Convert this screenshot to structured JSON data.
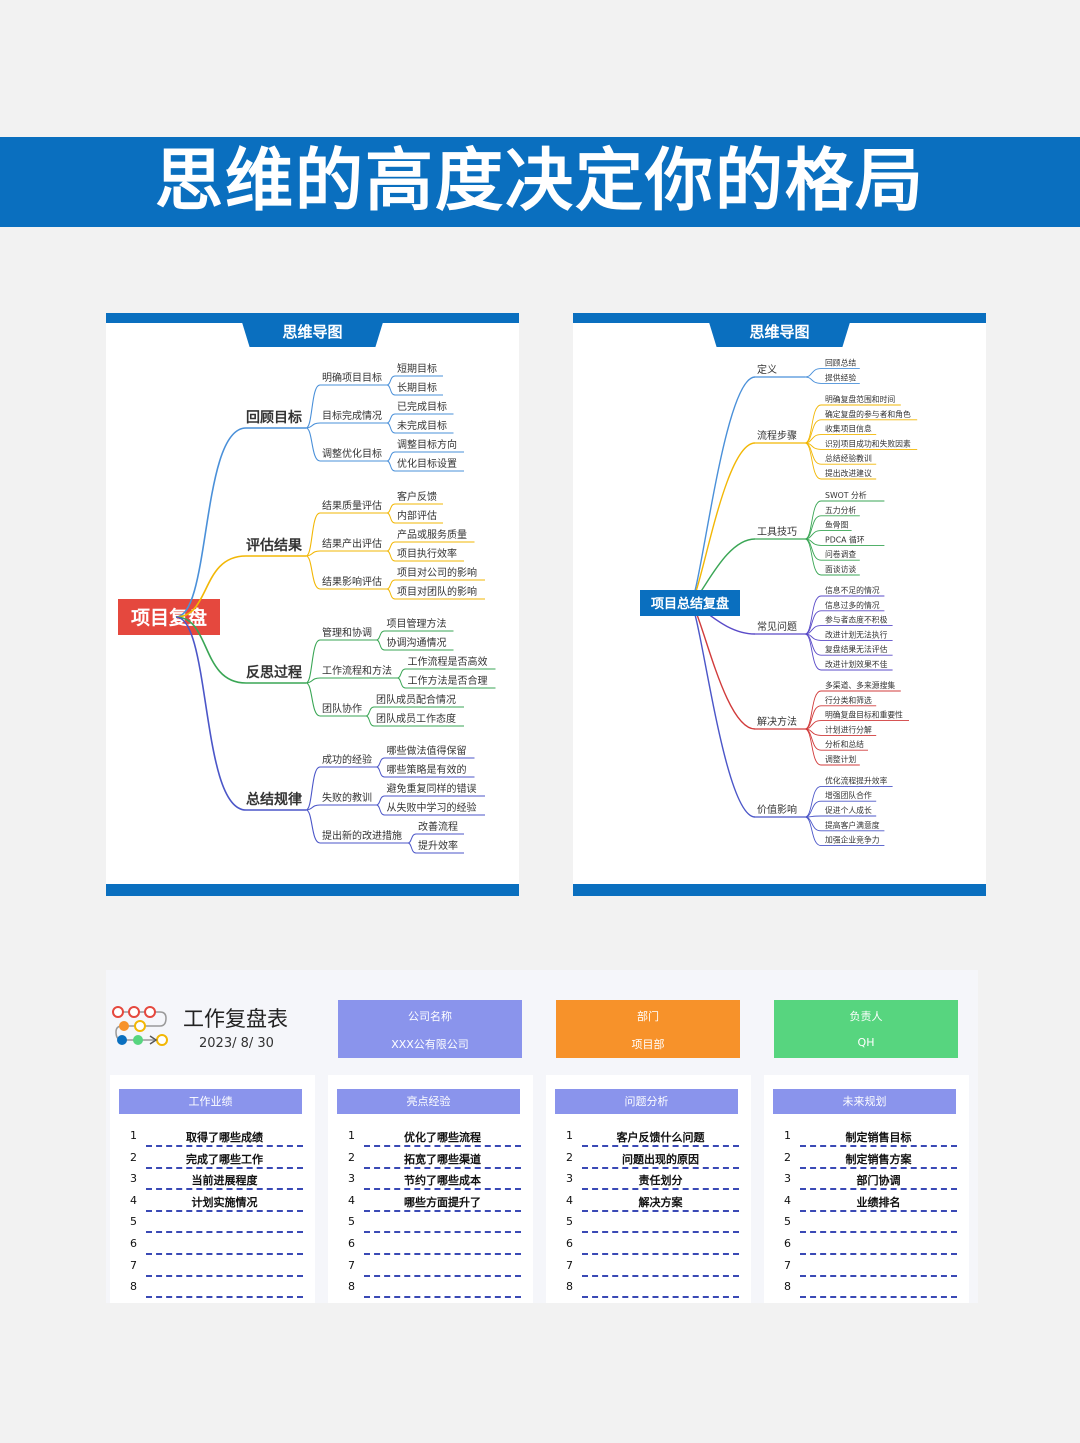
{
  "banner": {
    "title": "思维的高度决定你的格局"
  },
  "mindmap_left": {
    "tab": "思维导图",
    "root": "项目复盘",
    "root_color": "#e5483e",
    "branches": [
      {
        "label": "回顾目标",
        "color": "#4a90d9",
        "subs": [
          {
            "label": "明确项目目标",
            "leaves": [
              "短期目标",
              "长期目标"
            ]
          },
          {
            "label": "目标完成情况",
            "leaves": [
              "已完成目标",
              "未完成目标"
            ]
          },
          {
            "label": "调整优化目标",
            "leaves": [
              "调整目标方向",
              "优化目标设置"
            ]
          }
        ]
      },
      {
        "label": "评估结果",
        "color": "#f2b705",
        "subs": [
          {
            "label": "结果质量评估",
            "leaves": [
              "客户反馈",
              "内部评估"
            ]
          },
          {
            "label": "结果产出评估",
            "leaves": [
              "产品或服务质量",
              "项目执行效率"
            ]
          },
          {
            "label": "结果影响评估",
            "leaves": [
              "项目对公司的影响",
              "项目对团队的影响"
            ]
          }
        ]
      },
      {
        "label": "反思过程",
        "color": "#3aa655",
        "subs": [
          {
            "label": "管理和协调",
            "leaves": [
              "项目管理方法",
              "协调沟通情况"
            ]
          },
          {
            "label": "工作流程和方法",
            "leaves": [
              "工作流程是否高效",
              "工作方法是否合理"
            ]
          },
          {
            "label": "团队协作",
            "leaves": [
              "团队成员配合情况",
              "团队成员工作态度"
            ]
          }
        ]
      },
      {
        "label": "总结规律",
        "color": "#4b56c8",
        "subs": [
          {
            "label": "成功的经验",
            "leaves": [
              "哪些做法值得保留",
              "哪些策略是有效的"
            ]
          },
          {
            "label": "失败的教训",
            "leaves": [
              "避免重复同样的错误",
              "从失败中学习的经验"
            ]
          },
          {
            "label": "提出新的改进措施",
            "leaves": [
              "改善流程",
              "提升效率"
            ]
          }
        ]
      }
    ]
  },
  "mindmap_right": {
    "tab": "思维导图",
    "root": "项目总结复盘",
    "root_color": "#0a6fbf",
    "branches": [
      {
        "label": "定义",
        "color": "#4a90d9",
        "leaves": [
          "回顾总结",
          "提供经验"
        ]
      },
      {
        "label": "流程步骤",
        "color": "#f2b705",
        "leaves": [
          "明确复盘范围和时间",
          "确定复盘的参与者和角色",
          "收集项目信息",
          "识别项目成功和失败因素",
          "总结经验教训",
          "提出改进建议"
        ]
      },
      {
        "label": "工具技巧",
        "color": "#3aa655",
        "leaves": [
          "SWOT 分析",
          "五力分析",
          "鱼骨图",
          "PDCA 循环",
          "问卷调查",
          "面谈访谈"
        ]
      },
      {
        "label": "常见问题",
        "color": "#5a4bc8",
        "leaves": [
          "信息不足的情况",
          "信息过多的情况",
          "参与者态度不积极",
          "改进计划无法执行",
          "复盘结果无法评估",
          "改进计划效果不佳"
        ]
      },
      {
        "label": "解决方法",
        "color": "#d13b3b",
        "leaves": [
          "多渠道、多来源搜集",
          "行分类和筛选",
          "明确复盘目标和重要性",
          "计划进行分解",
          "分析和总结",
          "调整计划"
        ]
      },
      {
        "label": "价值影响",
        "color": "#4b56c8",
        "leaves": [
          "优化流程提升效率",
          "增强团队合作",
          "促进个人成长",
          "提高客户满意度",
          "加强企业竞争力"
        ]
      }
    ]
  },
  "review_table": {
    "title": "工作复盘表",
    "date": "2023/ 8/ 30",
    "info": [
      {
        "label": "公司名称",
        "value": "XXX公有限公司",
        "color": "#8a94ec"
      },
      {
        "label": "部门",
        "value": "项目部",
        "color": "#f7922a"
      },
      {
        "label": "负责人",
        "value": "QH",
        "color": "#57d57f"
      }
    ],
    "columns": [
      {
        "title": "工作业绩",
        "rows": [
          "取得了哪些成绩",
          "完成了哪些工作",
          "当前进展程度",
          "计划实施情况",
          "",
          "",
          "",
          ""
        ]
      },
      {
        "title": "亮点经验",
        "rows": [
          "优化了哪些流程",
          "拓宽了哪些渠道",
          "节约了哪些成本",
          "哪些方面提升了",
          "",
          "",
          "",
          ""
        ]
      },
      {
        "title": "问题分析",
        "rows": [
          "客户反馈什么问题",
          "问题出现的原因",
          "责任划分",
          "解决方案",
          "",
          "",
          "",
          ""
        ]
      },
      {
        "title": "未来规划",
        "rows": [
          "制定销售目标",
          "制定销售方案",
          "部门协调",
          "业绩排名",
          "",
          "",
          "",
          ""
        ]
      }
    ],
    "row_numbers": [
      "1",
      "2",
      "3",
      "4",
      "5",
      "6",
      "7",
      "8"
    ]
  }
}
